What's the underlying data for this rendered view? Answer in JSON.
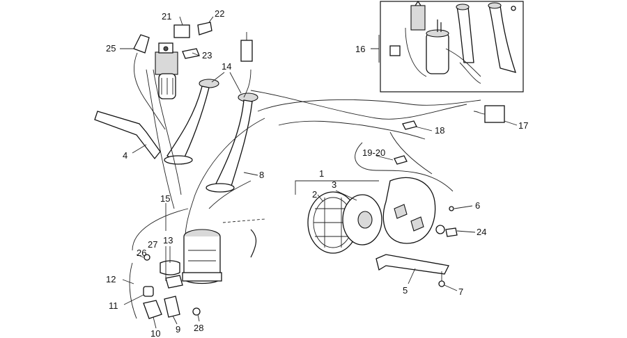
{
  "diagram": {
    "labels": [
      {
        "id": "l21",
        "text": "21"
      },
      {
        "id": "l22",
        "text": "22"
      },
      {
        "id": "l25",
        "text": "25"
      },
      {
        "id": "l23",
        "text": "23"
      },
      {
        "id": "l14",
        "text": "14"
      },
      {
        "id": "l4",
        "text": "4"
      },
      {
        "id": "l8",
        "text": "8"
      },
      {
        "id": "l15",
        "text": "15"
      },
      {
        "id": "l27",
        "text": "27"
      },
      {
        "id": "l13",
        "text": "13"
      },
      {
        "id": "l26",
        "text": "26"
      },
      {
        "id": "l12",
        "text": "12"
      },
      {
        "id": "l11",
        "text": "11"
      },
      {
        "id": "l10",
        "text": "10"
      },
      {
        "id": "l9",
        "text": "9"
      },
      {
        "id": "l28",
        "text": "28"
      },
      {
        "id": "l16",
        "text": "16"
      },
      {
        "id": "l17",
        "text": "17"
      },
      {
        "id": "l18",
        "text": "18"
      },
      {
        "id": "l1920",
        "text": "19-20"
      },
      {
        "id": "l1",
        "text": "1"
      },
      {
        "id": "l2",
        "text": "2"
      },
      {
        "id": "l3",
        "text": "3"
      },
      {
        "id": "l6",
        "text": "6"
      },
      {
        "id": "l24",
        "text": "24"
      },
      {
        "id": "l5",
        "text": "5"
      },
      {
        "id": "l7",
        "text": "7"
      }
    ]
  }
}
